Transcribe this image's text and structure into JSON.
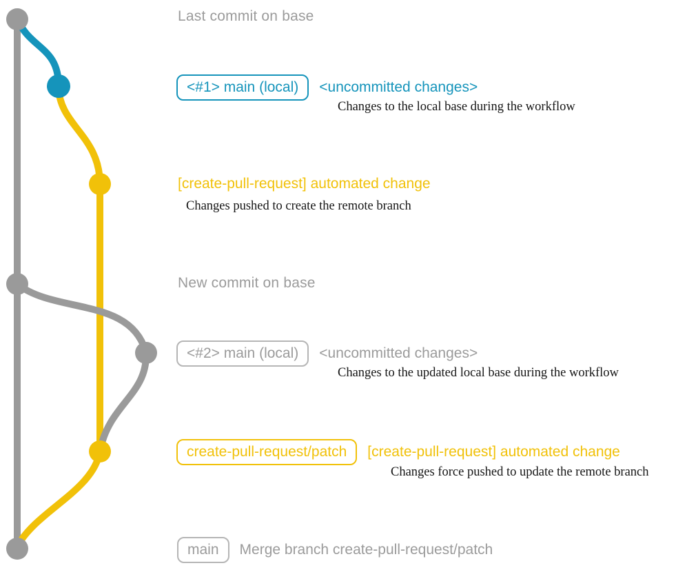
{
  "colors": {
    "gray": "#9a9a9a",
    "blue": "#1594bb",
    "yellow": "#f1c109",
    "gray_text": "#9b9b9b"
  },
  "rows": {
    "last_commit": {
      "text": "Last commit on base"
    },
    "commit1": {
      "branch_label": "<#1> main (local)",
      "message": "<uncommitted changes>",
      "caption": "Changes to the local base during the workflow"
    },
    "commit2": {
      "message": "[create-pull-request] automated change",
      "caption": "Changes pushed to create the remote branch"
    },
    "new_commit": {
      "text": "New commit on base"
    },
    "commit3": {
      "branch_label": "<#2> main (local)",
      "message": "<uncommitted changes>",
      "caption": "Changes to the updated local base during the workflow"
    },
    "commit4": {
      "branch_label": "create-pull-request/patch",
      "message": "[create-pull-request] automated change",
      "caption": "Changes force pushed to update the remote branch"
    },
    "merge_commit": {
      "branch_label": "main",
      "message": "Merge branch create-pull-request/patch"
    }
  }
}
